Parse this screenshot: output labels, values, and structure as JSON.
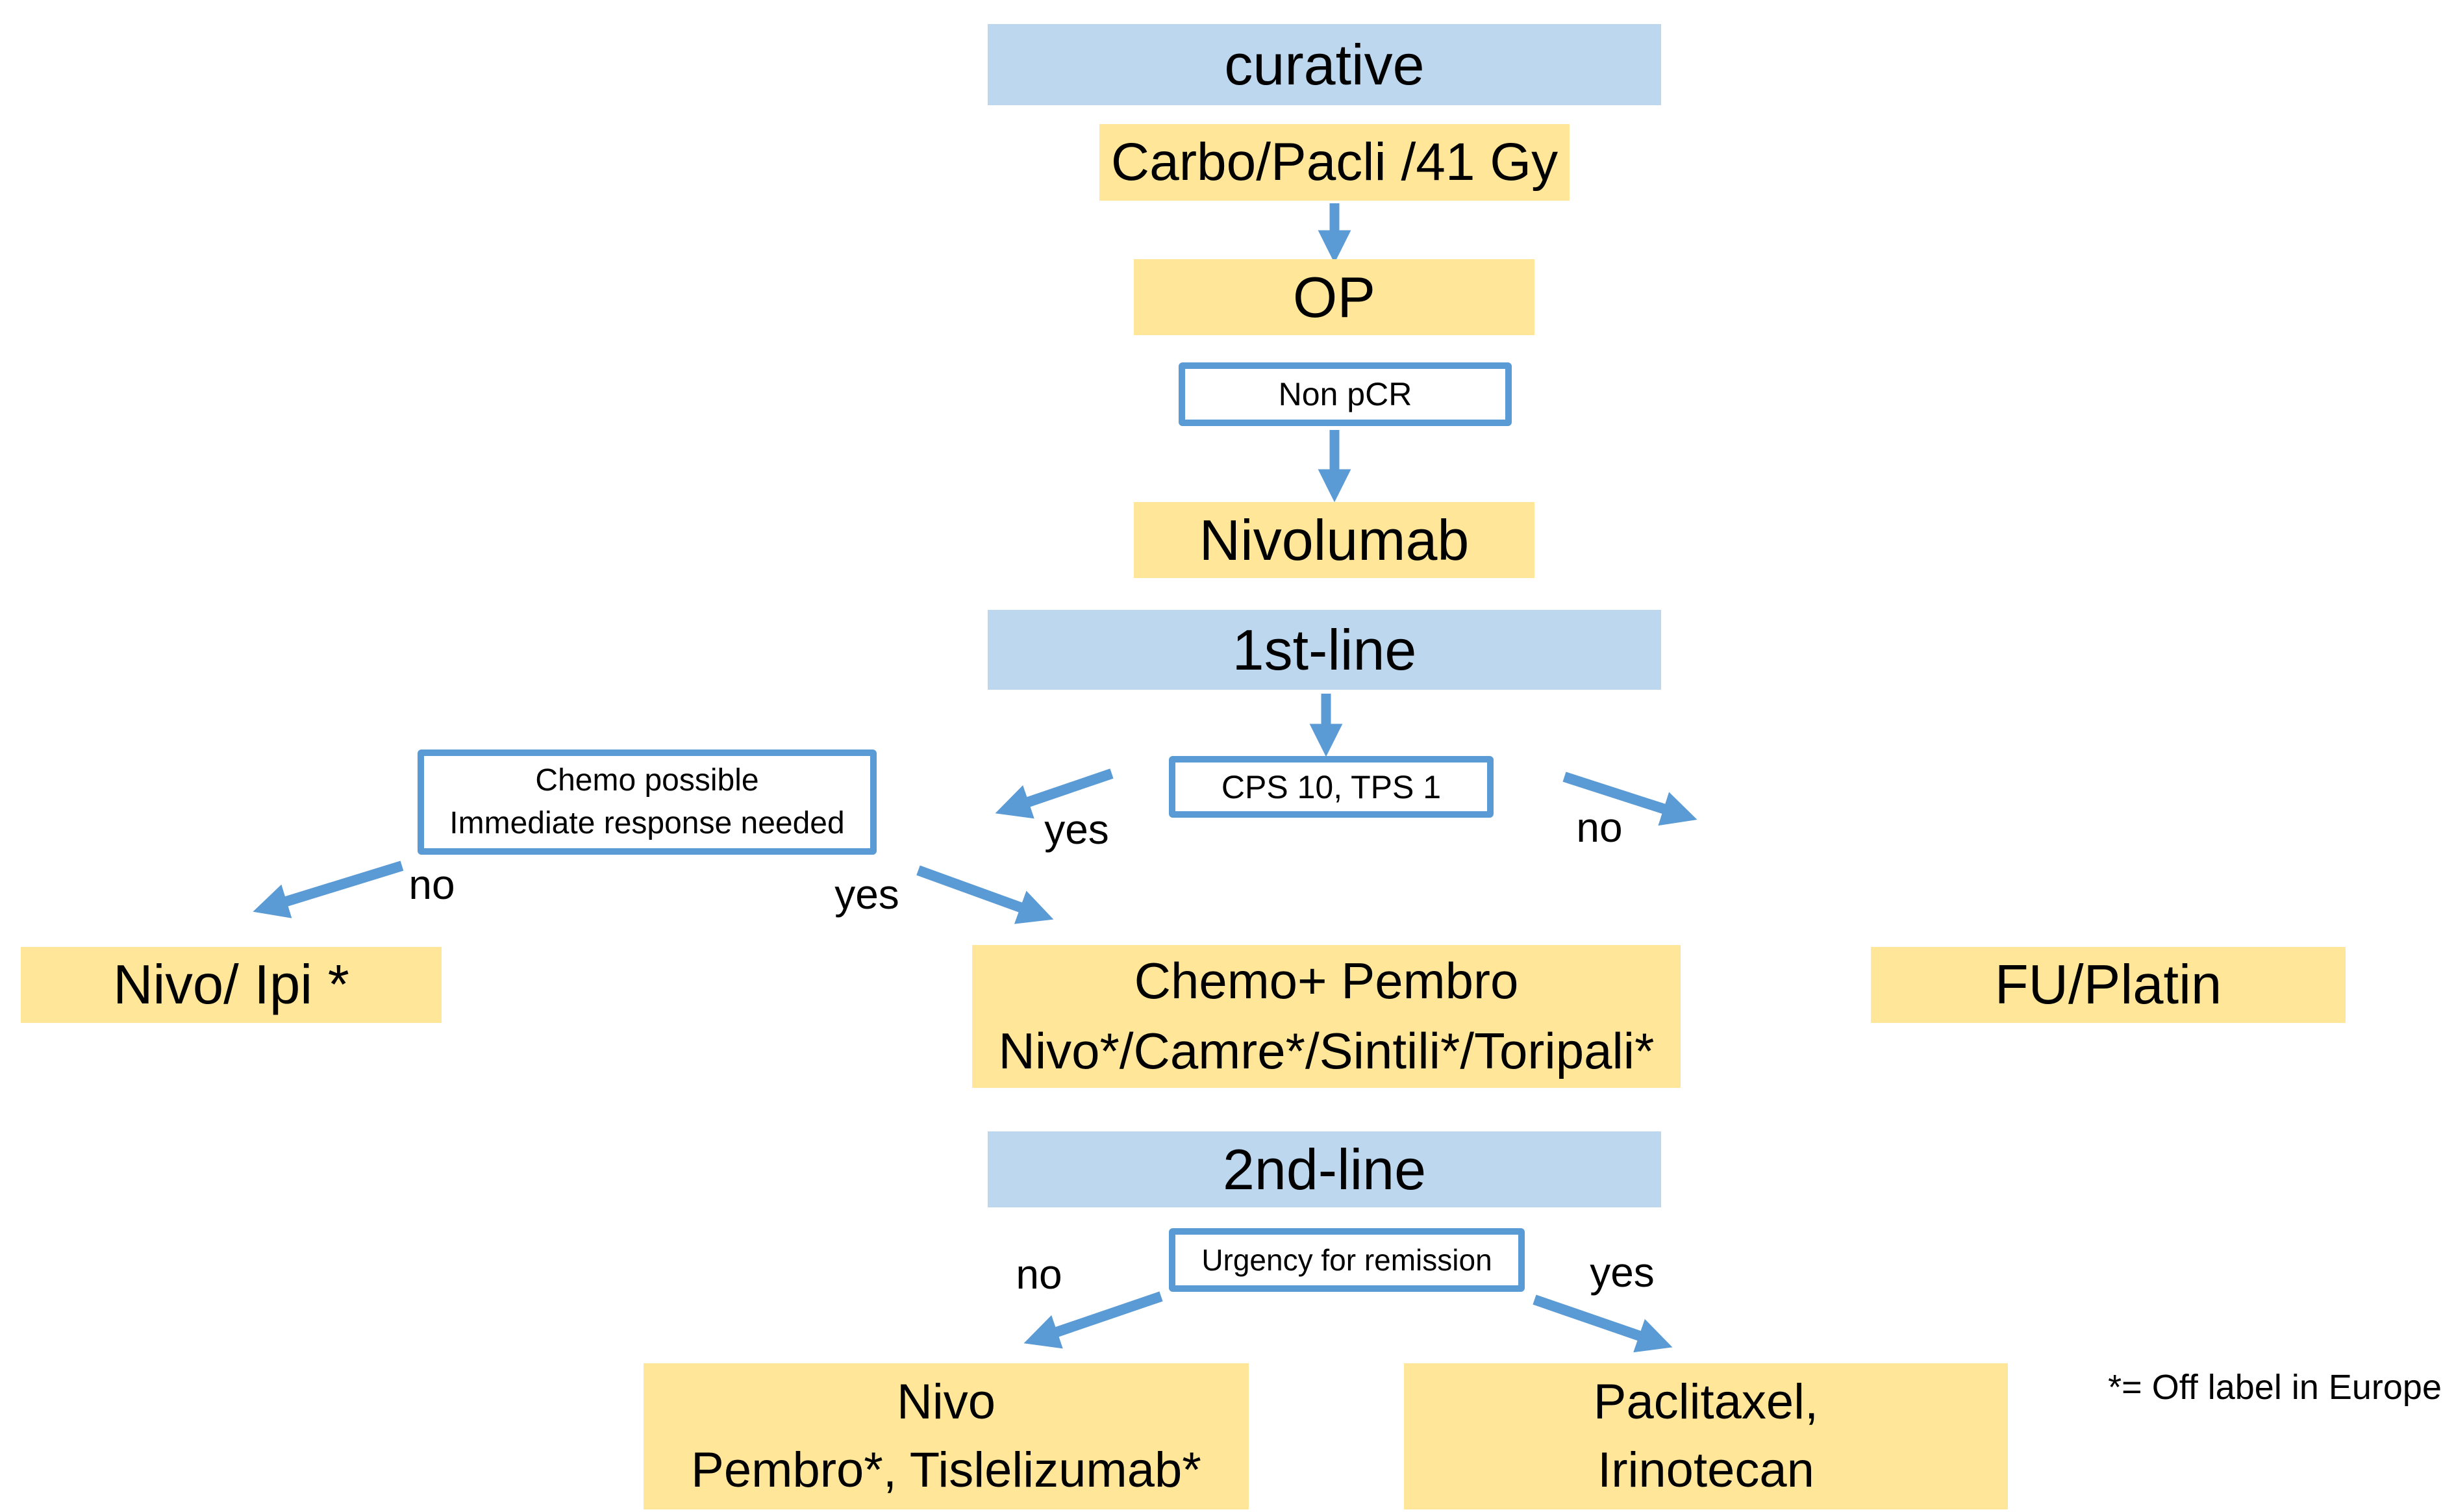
{
  "palette": {
    "band_blue": "#BDD7EE",
    "box_yellow": "#FFE699",
    "accent_blue": "#5B9BD5",
    "text_black": "#000000",
    "background": "#FFFFFF"
  },
  "nodes": {
    "curative": {
      "label": "curative"
    },
    "carbo_pacli": {
      "label": "Carbo/Pacli /41 Gy"
    },
    "op": {
      "label": "OP"
    },
    "non_pcr": {
      "label": "Non pCR"
    },
    "nivolumab": {
      "label": "Nivolumab"
    },
    "first_line": {
      "label": "1st-line"
    },
    "cps": {
      "label": "CPS 10, TPS 1"
    },
    "chemo_possible": {
      "lines": [
        "Chemo possible",
        "Immediate response needed"
      ]
    },
    "nivo_ipi": {
      "label": "Nivo/ Ipi *"
    },
    "chemo_pembro": {
      "lines": [
        "Chemo+ Pembro",
        "Nivo*/Camre*/Sintili*/Toripali*"
      ]
    },
    "fu_platin": {
      "label": "FU/Platin"
    },
    "second_line": {
      "label": "2nd-line"
    },
    "urgency": {
      "label": "Urgency for remission"
    },
    "nivo_pembro_tisle": {
      "lines": [
        "Nivo",
        "Pembro*, Tislelizumab*"
      ]
    },
    "paclitaxel_irinotecan": {
      "lines": [
        "Paclitaxel,",
        "Irinotecan"
      ]
    }
  },
  "edge_labels": {
    "cps_yes": "yes",
    "cps_no": "no",
    "chemo_no": "no",
    "chemo_yes": "yes",
    "urgency_no": "no",
    "urgency_yes": "yes"
  },
  "footnote": "*= Off label in Europe"
}
